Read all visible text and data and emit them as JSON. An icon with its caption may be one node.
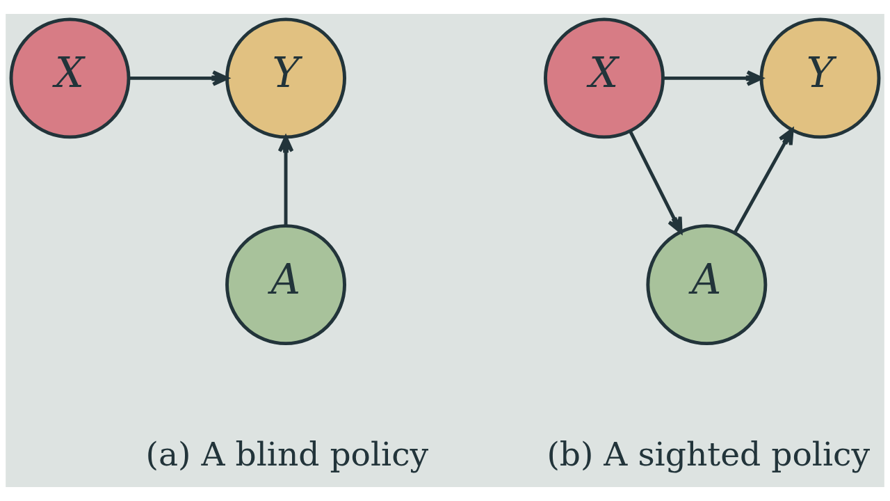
{
  "diagram": {
    "nodes": [
      {
        "text": [
          "X"
        ]
      },
      {
        "text": [
          "Y"
        ]
      },
      {
        "text": [
          "A"
        ]
      },
      {
        "text": [
          "X"
        ]
      },
      {
        "text": [
          "Y"
        ]
      },
      {
        "text": [
          "A"
        ]
      }
    ],
    "edges": [
      {
        "from": 0,
        "to": 1,
        "arrow": "to"
      },
      {
        "from": 2,
        "to": 1,
        "arrow": "to"
      },
      {
        "from": 3,
        "to": 4,
        "arrow": "to"
      },
      {
        "from": 3,
        "to": 5,
        "arrow": "to"
      },
      {
        "from": 5,
        "to": 4,
        "arrow": "to"
      }
    ],
    "labels": [
      "(a) A blind policy",
      "(b) A sighted policy"
    ]
  }
}
